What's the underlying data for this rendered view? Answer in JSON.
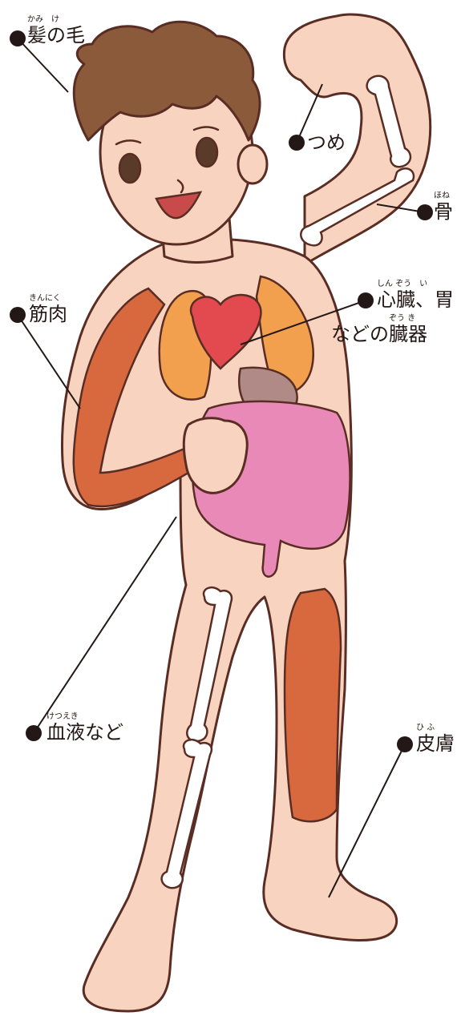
{
  "labels": {
    "hair": {
      "text": "髪の毛",
      "ruby": "かみ　け"
    },
    "nail": {
      "text": "つめ"
    },
    "bone": {
      "text": "骨",
      "ruby": "ほね"
    },
    "muscle": {
      "text": "筋肉",
      "ruby": "きんにく"
    },
    "organs": {
      "line1": "心臓、胃",
      "line1_ruby": "しん ぞう　い",
      "line2": "などの臓器",
      "line2_ruby": "ぞう き"
    },
    "blood": {
      "text": "血液など",
      "ruby": "けつえき"
    },
    "skin": {
      "text": "皮膚",
      "ruby": "ひ ふ"
    }
  },
  "colors": {
    "skin": "#f8d3bf",
    "outline": "#5a2d24",
    "hair": "#8a5a3b",
    "bone": "#ffffff",
    "muscle": "#d8683e",
    "lung": "#f2a04e",
    "heart": "#e24a50",
    "stomach": "#b08a86",
    "intestine": "#e889b8",
    "line": "#231815"
  }
}
